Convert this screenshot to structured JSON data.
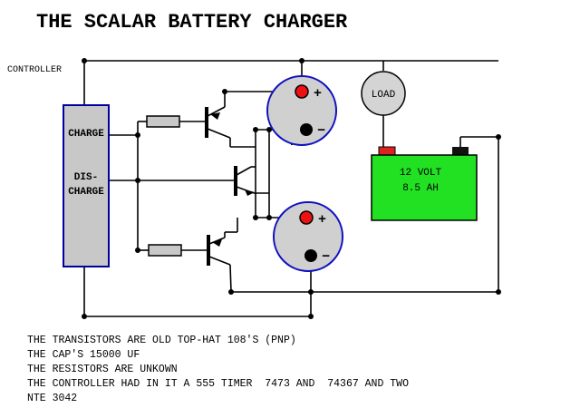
{
  "title": "THE SCALAR BATTERY CHARGER",
  "controller_label": "CONTROLLER",
  "controller": {
    "charge_label": "CHARGE",
    "discharge_label_1": "DIS-",
    "discharge_label_2": "CHARGE"
  },
  "capacitors": {
    "plus": "+",
    "minus": "−"
  },
  "load_label": "LOAD",
  "battery": {
    "voltage": "12 VOLT",
    "capacity": "8.5 AH"
  },
  "notes": [
    "THE TRANSISTORS ARE OLD TOP-HAT 108'S (PNP)",
    "THE CAP'S 15000 UF",
    "THE RESISTORS ARE UNKOWN",
    "THE CONTROLLER HAD IN IT A 555 TIMER  7473 AND  74367 AND TWO",
    "NTE 3042"
  ],
  "colors": {
    "controller_fill": "#c8c8c8",
    "controller_border": "#0000a0",
    "capacitor_fill": "#d0d0d0",
    "capacitor_border": "#1010c0",
    "terminal_positive": "#ee1111",
    "battery_fill": "#22e022",
    "battery_positive_post": "#dd2222",
    "load_fill": "#d4d4d4"
  },
  "icons": [
    "resistor-icon",
    "pnp-transistor-icon",
    "capacitor-icon",
    "battery-icon",
    "load-icon"
  ]
}
